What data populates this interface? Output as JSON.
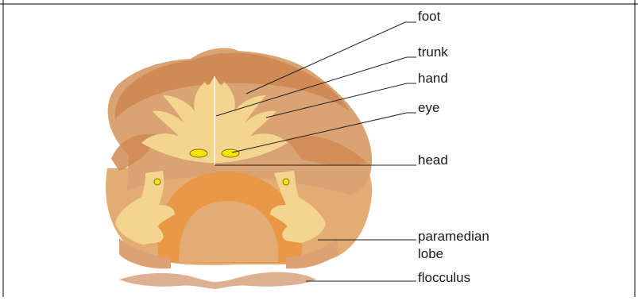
{
  "diagram": {
    "labels": {
      "foot": "foot",
      "trunk": "trunk",
      "hand": "hand",
      "eye": "eye",
      "head": "head",
      "paramedian_line1": "paramedian",
      "paramedian_line2": "lobe",
      "flocculus": "flocculus"
    },
    "colors": {
      "outer_shell": "#d9a373",
      "upper_cap": "#d08a55",
      "lower_lobe": "#e2ac74",
      "inner_orange": "#e99845",
      "somatotopic_map": "#f4d58f",
      "eye_spot": "#f7e400",
      "flocculus": "#dcb090",
      "frame_line": "#000000",
      "leader_line": "#222222"
    }
  }
}
